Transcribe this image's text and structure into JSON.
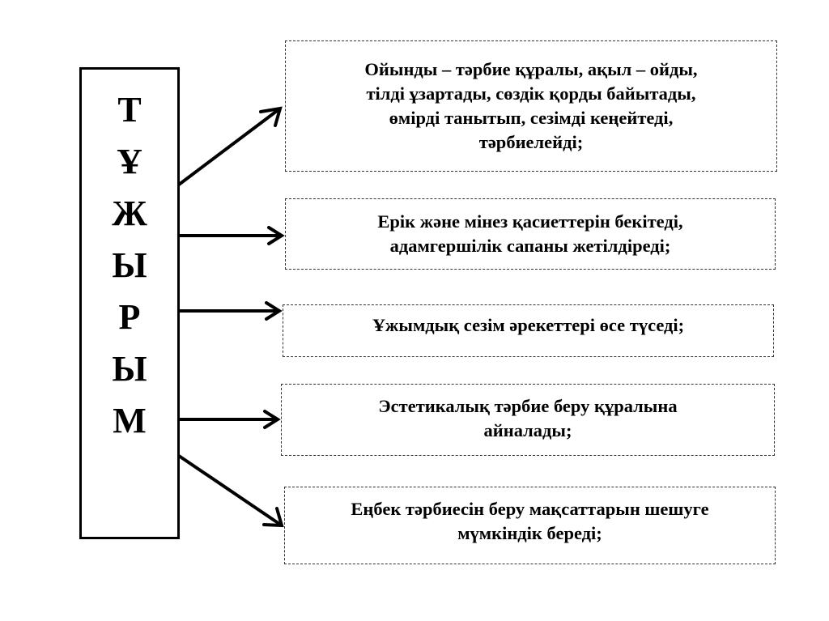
{
  "title_letters": [
    "Т",
    "Ұ",
    "Ж",
    "Ы",
    "Р",
    "Ы",
    "М"
  ],
  "items": [
    "Ойынды – тәрбие құралы, ақыл – ойды,\nтілді ұзартады, сөздік қорды байытады,\nөмірді танытып, сезімді кеңейтеді,\nтәрбиелейді;",
    "Ерік және мінез қасиеттерін бекітеді,\nадамгершілік сапаны жетілдіреді;",
    "Ұжымдық сезім әрекеттері өсе түседі;",
    "Эстетикалық тәрбие беру құралына\nайналады;",
    "Еңбек тәрбиесін беру мақсаттарын шешуге\nмүмкіндік береді;"
  ]
}
